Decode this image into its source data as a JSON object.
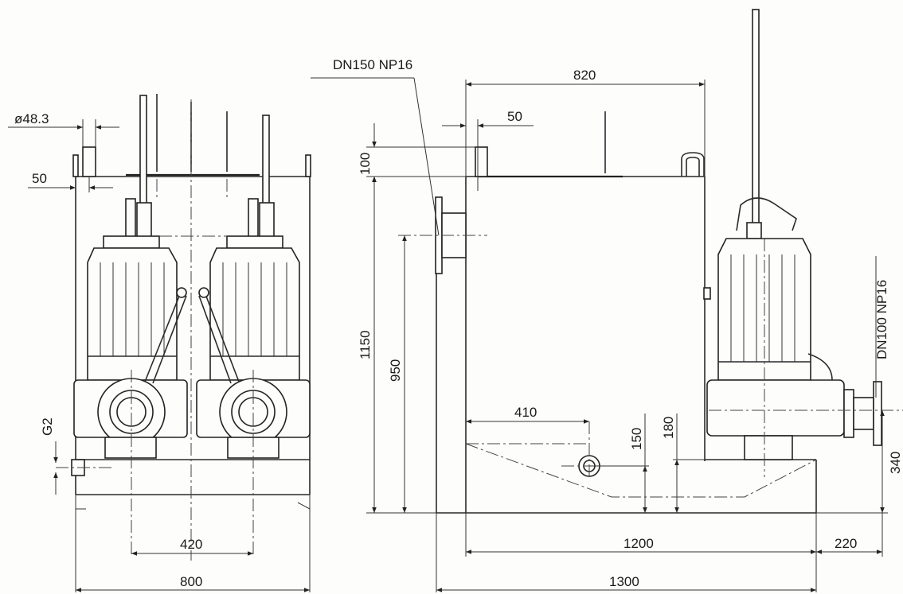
{
  "labels": {
    "dia_pipe": "ø48.3",
    "pipe_offset_left": "50",
    "g2": "G2",
    "dim_420": "420",
    "dim_800": "800",
    "dn150": "DN150 NP16",
    "dim_820": "820",
    "pipe_offset_side": "50",
    "dim_100": "100",
    "dim_1150": "1150",
    "dim_950": "950",
    "dim_410": "410",
    "dim_150": "150",
    "dim_180": "180",
    "dn100": "DN100 NP16",
    "dim_340": "340",
    "dim_1200": "1200",
    "dim_220": "220",
    "dim_1300": "1300"
  }
}
